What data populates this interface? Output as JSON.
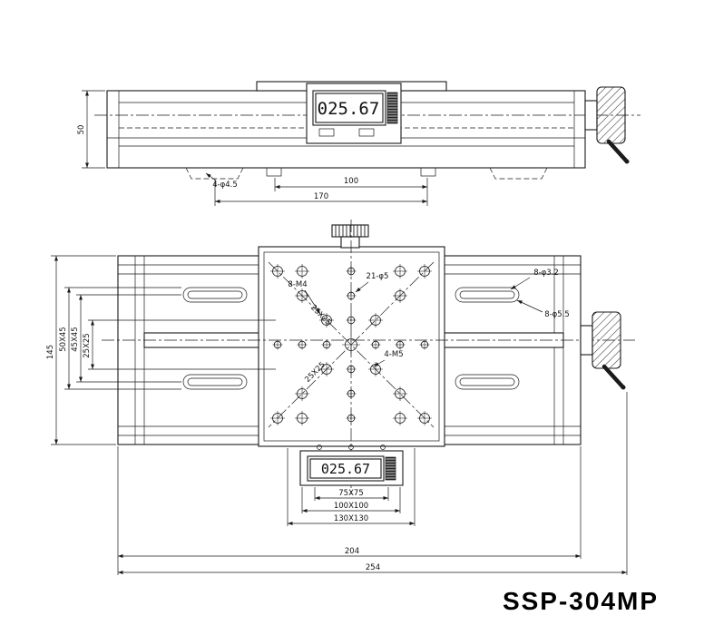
{
  "drawing_title": "SSP-304MP",
  "side_view": {
    "display_value": "025.67",
    "dim_height": "50",
    "callout_holes": "4-φ4.5",
    "dim_inner": "100",
    "dim_outer": "170"
  },
  "plan_view": {
    "display_value": "025.67",
    "callout_tapped_left": "8-M4",
    "callout_grid_holes": "21-φ5",
    "callout_center_holes": "4-M5",
    "callout_slots_top": "8-φ3.2",
    "callout_slots_side": "8-φ5.5",
    "diag_dim_1": "25X25",
    "diag_dim_2": "25X25",
    "vdim_overall": "145",
    "vdim_slot_outer": "50X45",
    "vdim_slot_inner": "45X45",
    "vdim_hole_grid": "25X25",
    "hdim_grid_75": "75X75",
    "hdim_grid_100": "100X100",
    "hdim_grid_130": "130X130",
    "hdim_body": "204",
    "hdim_overall": "254"
  }
}
